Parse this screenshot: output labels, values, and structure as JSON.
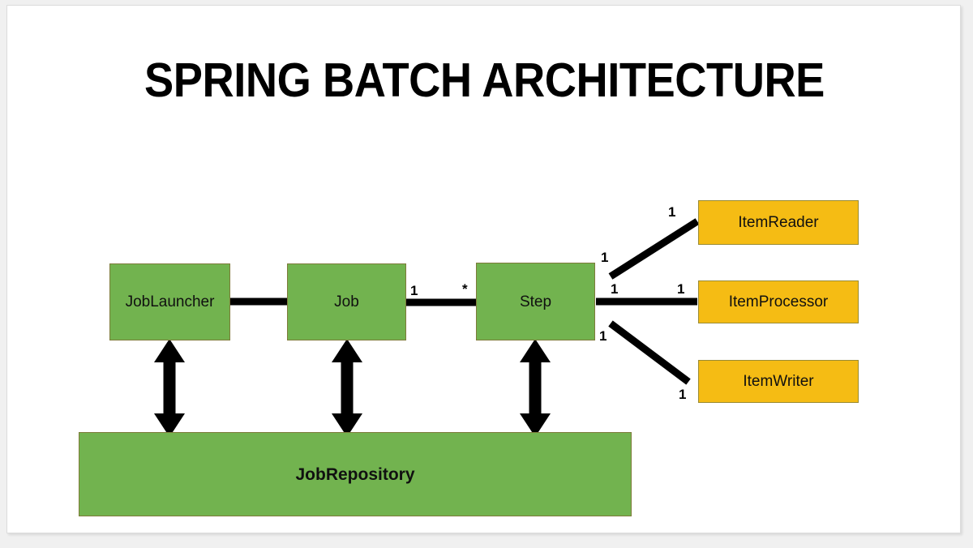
{
  "slide": {
    "title": "SPRING BATCH ARCHITECTURE",
    "background_color": "#ffffff",
    "page_background_color": "#f0f0f0"
  },
  "colors": {
    "green_fill": "#72b34f",
    "green_border": "#7d7b3a",
    "orange_fill": "#f5bc14",
    "orange_border": "#9a8b33",
    "connector": "#000000",
    "text": "#101010"
  },
  "nodes": {
    "joblauncher": {
      "label": "JobLauncher",
      "style": "green"
    },
    "job": {
      "label": "Job",
      "style": "green"
    },
    "step": {
      "label": "Step",
      "style": "green"
    },
    "jobrepository": {
      "label": "JobRepository",
      "style": "green"
    },
    "itemreader": {
      "label": "ItemReader",
      "style": "orange"
    },
    "itemprocessor": {
      "label": "ItemProcessor",
      "style": "orange"
    },
    "itemwriter": {
      "label": "ItemWriter",
      "style": "orange"
    }
  },
  "edge_labels": {
    "job_to_step_source": "1",
    "job_to_step_target": "*",
    "step_to_itemreader_source": "1",
    "step_to_itemreader_target": "1",
    "step_to_itemprocessor_source": "1",
    "step_to_itemprocessor_target": "1",
    "step_to_itemwriter_source": "1",
    "step_to_itemwriter_target": "1"
  },
  "edges": [
    {
      "from": "joblauncher",
      "to": "job",
      "kind": "line"
    },
    {
      "from": "job",
      "to": "step",
      "kind": "line",
      "source_multiplicity": "1",
      "target_multiplicity": "*"
    },
    {
      "from": "step",
      "to": "itemreader",
      "kind": "line",
      "source_multiplicity": "1",
      "target_multiplicity": "1"
    },
    {
      "from": "step",
      "to": "itemprocessor",
      "kind": "line",
      "source_multiplicity": "1",
      "target_multiplicity": "1"
    },
    {
      "from": "step",
      "to": "itemwriter",
      "kind": "line",
      "source_multiplicity": "1",
      "target_multiplicity": "1"
    },
    {
      "from": "joblauncher",
      "to": "jobrepository",
      "kind": "double-arrow"
    },
    {
      "from": "job",
      "to": "jobrepository",
      "kind": "double-arrow"
    },
    {
      "from": "step",
      "to": "jobrepository",
      "kind": "double-arrow"
    }
  ]
}
